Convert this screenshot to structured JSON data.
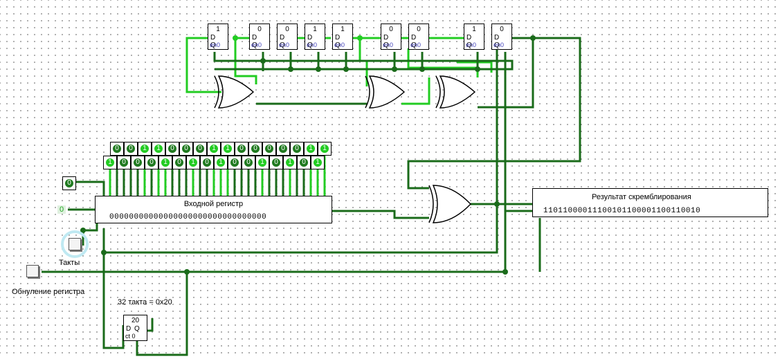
{
  "title_scrambler": "Результат скремблирования",
  "scrambler_value": "11011000011100101100001100110010",
  "input_register_label": "Входной регистр",
  "input_register_value": "00000000000000000000000000000000",
  "constant_zero": "0",
  "pin_reset_value": "0",
  "clock_label": "Такты",
  "reset_label": "Обнуление регистра",
  "counter_label": "32 такта = 0x20",
  "counter_value": "20",
  "counter_ports": "D  Q",
  "counter_bottom": "ct 0",
  "lfsr_flipflops": [
    {
      "value": "1",
      "ports": "D Q",
      "en": "en0"
    },
    {
      "value": "0",
      "ports": "D Q",
      "en": "en0"
    },
    {
      "value": "0",
      "ports": "D Q",
      "en": "en0"
    },
    {
      "value": "1",
      "ports": "D Q",
      "en": "en0"
    },
    {
      "value": "1",
      "ports": "D Q",
      "en": "en0"
    },
    {
      "value": "0",
      "ports": "D Q",
      "en": "en0"
    },
    {
      "value": "0",
      "ports": "D Q",
      "en": "en0"
    },
    {
      "value": "1",
      "ports": "D Q",
      "en": "en0"
    },
    {
      "value": "0",
      "ports": "D Q",
      "en": "en0"
    }
  ],
  "pins_top": [
    "0",
    "0",
    "1",
    "1",
    "0",
    "0",
    "0",
    "1",
    "1",
    "0",
    "0",
    "0",
    "0",
    "0",
    "1",
    "1"
  ],
  "pins_bottom": [
    "1",
    "0",
    "0",
    "0",
    "1",
    "0",
    "1",
    "0",
    "1",
    "0",
    "0",
    "1",
    "0",
    "1",
    "0",
    "1"
  ],
  "colors": {
    "wire_dark": "#1a6b1a",
    "wire_bright": "#22cc22",
    "bg": "#ffffff"
  }
}
